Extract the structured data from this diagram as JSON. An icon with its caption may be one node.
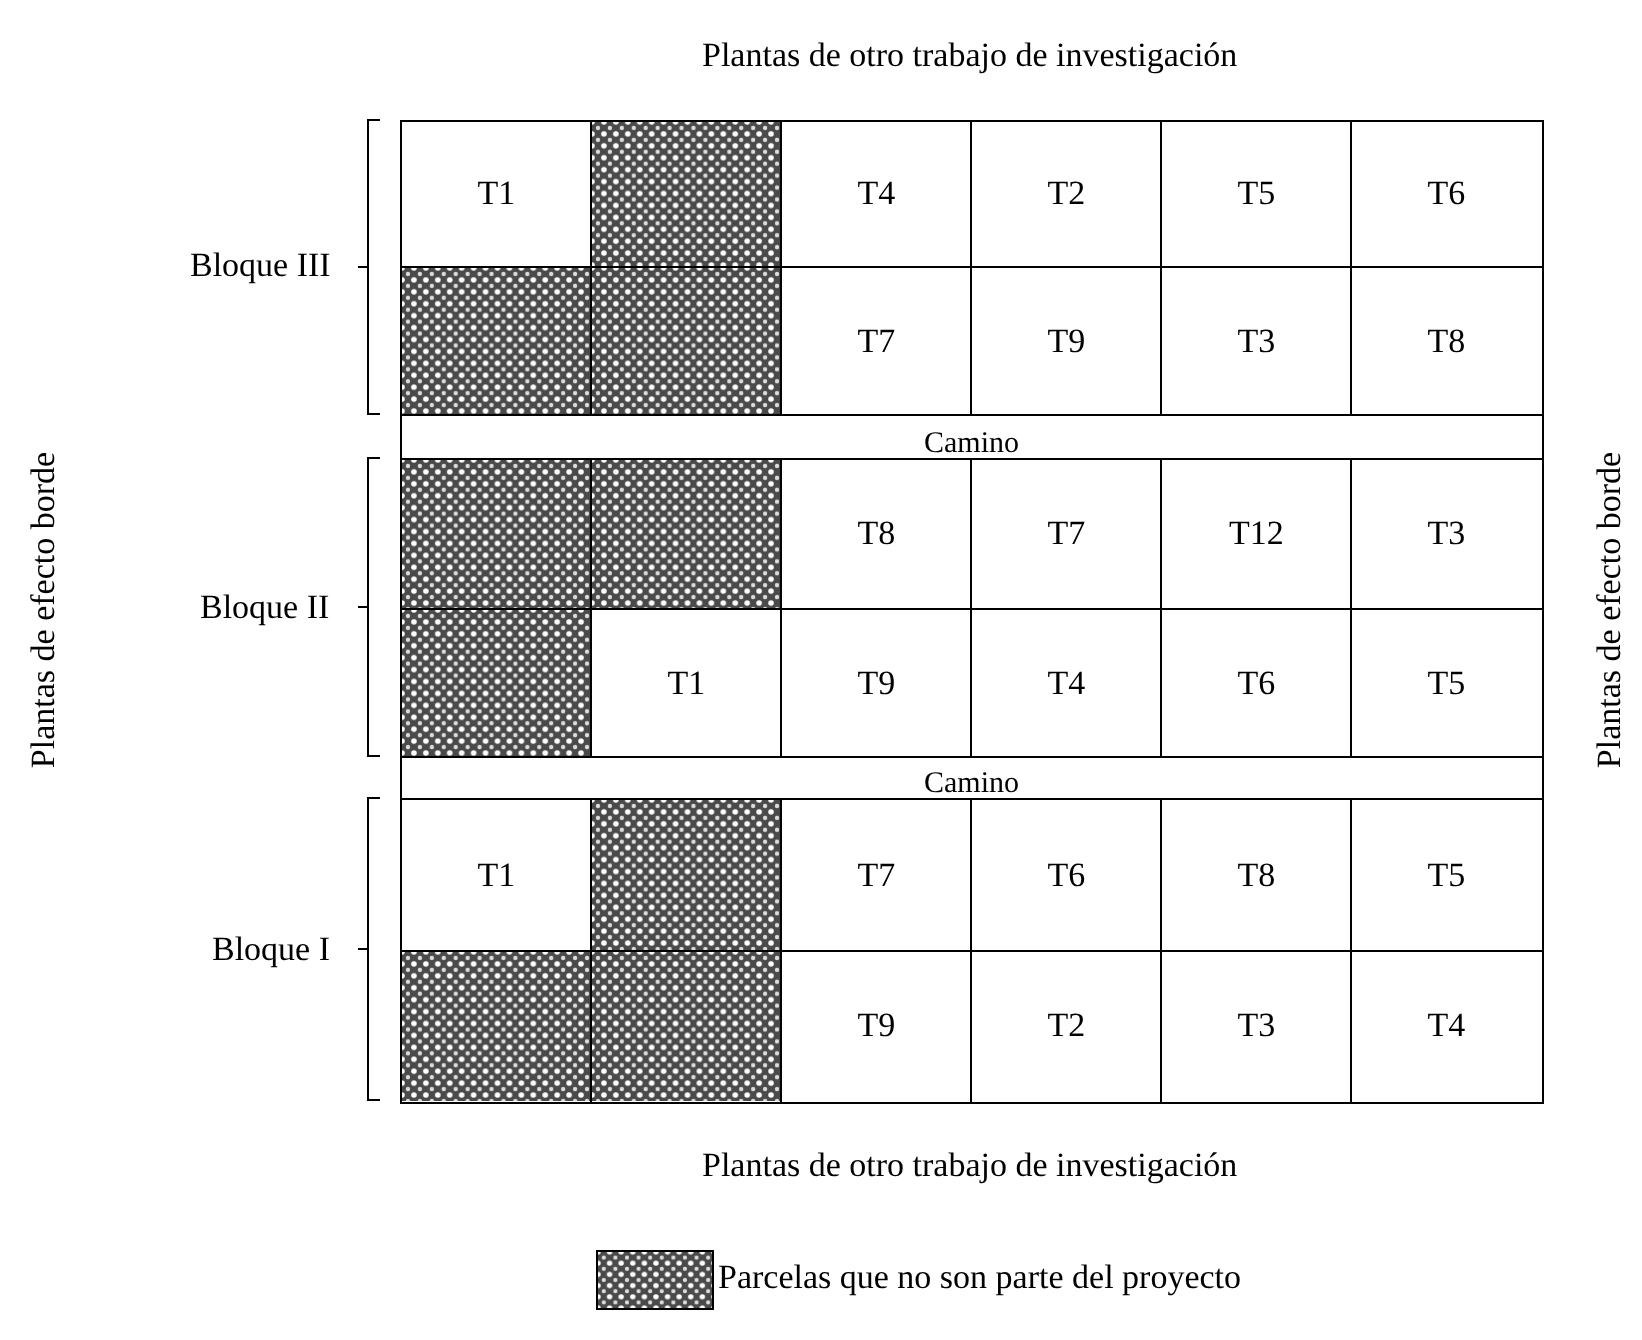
{
  "diagram": {
    "nodes": [
      {
        "text": [
          "T1"
        ]
      },
      {
        "text": [],
        "shape": "box"
      },
      {
        "text": [
          "T4"
        ]
      },
      {
        "text": [
          "T2"
        ]
      },
      {
        "text": [
          "T5"
        ]
      },
      {
        "text": [
          "T6"
        ]
      },
      {
        "text": [],
        "shape": "box"
      },
      {
        "text": [],
        "shape": "box"
      },
      {
        "text": [
          "T7"
        ]
      },
      {
        "text": [
          "T9"
        ]
      },
      {
        "text": [
          "T3"
        ]
      },
      {
        "text": [
          "T8"
        ]
      },
      {
        "text": [
          "Camino"
        ]
      },
      {
        "text": [],
        "shape": "box"
      },
      {
        "text": [],
        "shape": "box"
      },
      {
        "text": [
          "T8"
        ]
      },
      {
        "text": [
          "T7"
        ]
      },
      {
        "text": [
          "T12"
        ]
      },
      {
        "text": [
          "T3"
        ]
      },
      {
        "text": [],
        "shape": "box"
      },
      {
        "text": [
          "T1"
        ]
      },
      {
        "text": [
          "T9"
        ]
      },
      {
        "text": [
          "T4"
        ]
      },
      {
        "text": [
          "T6"
        ]
      },
      {
        "text": [
          "T5"
        ]
      },
      {
        "text": [
          "Camino"
        ]
      },
      {
        "text": [
          "T1"
        ]
      },
      {
        "text": [],
        "shape": "box"
      },
      {
        "text": [
          "T7"
        ]
      },
      {
        "text": [
          "T6"
        ]
      },
      {
        "text": [
          "T8"
        ]
      },
      {
        "text": [
          "T5"
        ]
      },
      {
        "text": [],
        "shape": "box"
      },
      {
        "text": [],
        "shape": "box"
      },
      {
        "text": [
          "T9"
        ]
      },
      {
        "text": [
          "T2"
        ]
      },
      {
        "text": [
          "T3"
        ]
      },
      {
        "text": [
          "T4"
        ]
      }
    ],
    "edges": [],
    "labels": [
      "Plantas de otro trabajo de investigación",
      "Plantas de efecto borde",
      "Bloque III",
      "Bloque II",
      "Bloque I",
      "Plantas de efecto borde",
      "Plantas de otro trabajo de investigación"
    ],
    "legend": [
      {
        "text": "Parcelas que no son parte del proyecto"
      }
    ]
  }
}
